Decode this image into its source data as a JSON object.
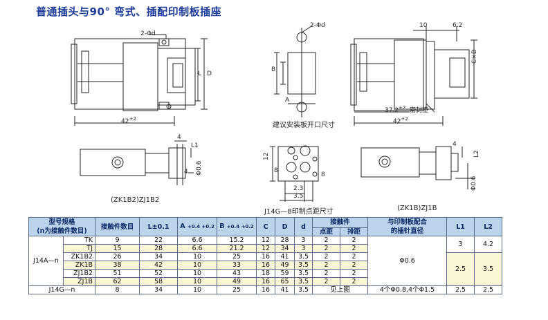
{
  "title": "普通插头与90° 弯式、插配印制板插座",
  "drawing_labels": {
    "d2phid_1": "2-Φd",
    "d2phid_2": "2-Φd",
    "L": "L",
    "D": "D",
    "B": "B",
    "A": "A",
    "CxD": "C×D",
    "dim42_1": "42",
    "dim42_2": "42",
    "dim42_tol": "+2",
    "dim37": "37.2",
    "dim37_tol": "+2",
    "dim10": "10",
    "dim6_2": "6.2",
    "gasket": "密封垫",
    "panel_cutout": "建议安装板开口尺寸",
    "dim4_a": "4",
    "dim4_b": "4",
    "dim4_c": "4",
    "L1_a": "L1",
    "L2_a": "L2",
    "phi06_a": "Φ0.6",
    "phi06_b": "Φ0.6",
    "dim12": "12",
    "dim8_a": "8",
    "dim8_b": "8",
    "dim2_3": "2.3",
    "dim3_5": "3.5",
    "cap_zk1b2": "(ZK1B2)ZJ1B2",
    "cap_j14g": "J14G—8印制点距尺寸",
    "cap_zk1b": "(ZK1B)ZJ1B"
  },
  "table": {
    "headers": {
      "model": "型号规格",
      "model_sub": "(n为接触件数目)",
      "count": "接触件数目",
      "L": "L±0.1",
      "A": "A",
      "A_tol": "+0.4 +0.2",
      "B": "B",
      "B_tol": "+0.4 +0.2",
      "C": "C",
      "D": "D",
      "d": "d",
      "contacts": "接触件",
      "pitch_point": "点距",
      "pitch_row": "排距",
      "pcb": "与印制板配合",
      "pcb_sub": "的插针直径",
      "L1": "L1",
      "L2": "L2"
    },
    "group1": "J14A—n",
    "models": [
      "TK",
      "TJ",
      "ZK1B2",
      "ZK1B",
      "ZJ1B2",
      "ZJ1B"
    ],
    "rows": [
      {
        "n": "9",
        "L": "22",
        "A": "6.6",
        "B": "15.2",
        "C": "12",
        "D": "28",
        "d": "3",
        "p": "2",
        "r": "2"
      },
      {
        "n": "15",
        "L": "28",
        "A": "6.6",
        "B": "21.2",
        "C": "12",
        "D": "34",
        "d": "3",
        "p": "2",
        "r": "2"
      },
      {
        "n": "26",
        "L": "34",
        "A": "10",
        "B": "25",
        "C": "16",
        "D": "41",
        "d": "3.5",
        "p": "2",
        "r": "2"
      },
      {
        "n": "38",
        "L": "42",
        "A": "10",
        "B": "33",
        "C": "16",
        "D": "49",
        "d": "3.5",
        "p": "2",
        "r": "2"
      },
      {
        "n": "51",
        "L": "52",
        "A": "10",
        "B": "43",
        "C": "18",
        "D": "59",
        "d": "3.5",
        "p": "2",
        "r": "2"
      },
      {
        "n": "62",
        "L": "58",
        "A": "10",
        "B": "49",
        "C": "16",
        "D": "65",
        "d": "3.5",
        "p": "2",
        "r": "2"
      }
    ],
    "pcb_merged": "Φ0.6",
    "l1_top": "3",
    "l2_top": "4.2",
    "l1_mid": "2.5",
    "l2_mid": "3.5",
    "last": {
      "model": "J14G—n",
      "n": "8",
      "L": "34",
      "A": "10",
      "B": "25",
      "C": "16",
      "D": "41",
      "d": "3.5",
      "contact": "见上图",
      "pcb": "4个Φ0.8,4个Φ1.5",
      "L1": "2.5",
      "L2": "2.5"
    }
  }
}
